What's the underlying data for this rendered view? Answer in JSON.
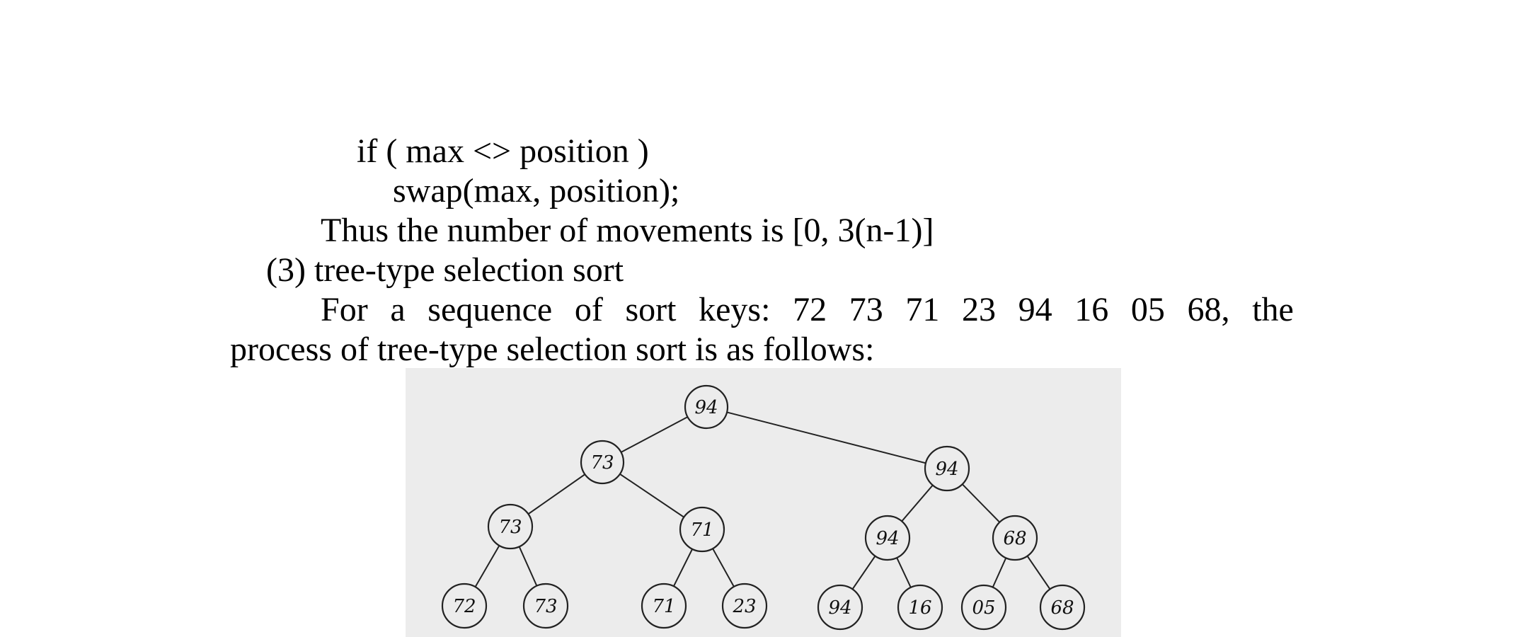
{
  "text": {
    "line1": "if ( max <> position )",
    "line2": "swap(max, position);",
    "line3": "Thus the number of movements is [0, 3(n-1)]",
    "line4": "(3) tree-type selection sort",
    "line5_words": [
      "For",
      "a",
      "sequence",
      "of",
      "sort",
      "keys:",
      "72",
      "73",
      "71",
      "23",
      "94",
      "16",
      "05",
      "68,",
      "the"
    ],
    "line6": "process of tree-type selection sort is as follows:"
  },
  "tree_figure": {
    "root": "94",
    "level1": [
      "73",
      "94"
    ],
    "level2": [
      "73",
      "71",
      "94",
      "68"
    ],
    "leaves": [
      "72",
      "73",
      "71",
      "23",
      "94",
      "16",
      "05",
      "68"
    ]
  }
}
